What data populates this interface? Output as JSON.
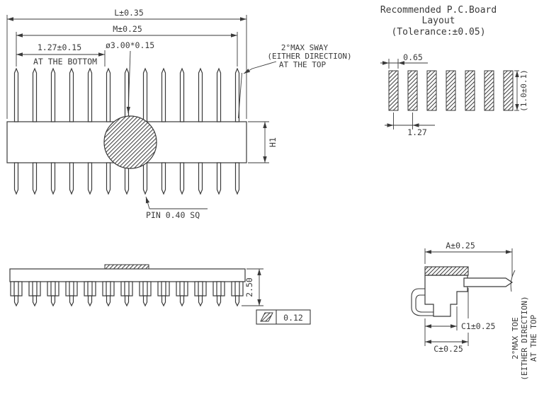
{
  "colors": {
    "ink": "#3a3a3a",
    "background": "#ffffff"
  },
  "front_view": {
    "dim_overall_length": "L±0.35",
    "dim_pin_span": "M±0.25",
    "dim_pitch": "1.27±0.15",
    "pitch_location_note": "AT THE BOTTOM",
    "dim_hole": "ø3.00*0.15",
    "sway_note_line1": "2°MAX SWAY",
    "sway_note_line2": "(EITHER DIRECTION)",
    "sway_note_line3": "AT THE TOP",
    "dim_body_height": "H1",
    "pin_size_callout": "PIN 0.40 SQ"
  },
  "pcb_layout": {
    "title_line1": "Recommended P.C.Board",
    "title_line2": "Layout",
    "title_line3": "(Tolerance:±0.05)",
    "dim_pad_width": "0.65",
    "dim_pad_pitch": "1.27",
    "dim_pad_length": "(1.0±0.1)"
  },
  "side_view": {
    "dim_height": "2.50",
    "flatness_tolerance_value": "0.12",
    "flatness_symbol_icon": "parallelogram"
  },
  "pin_detail_view": {
    "dim_a": "A±0.25",
    "dim_c1": "C1±0.25",
    "dim_c": "C±0.25",
    "toe_note_line1": "2°MAX TOE",
    "toe_note_line2": "(EITHER DIRECTION)",
    "toe_note_line3": "AT THE TOP"
  }
}
